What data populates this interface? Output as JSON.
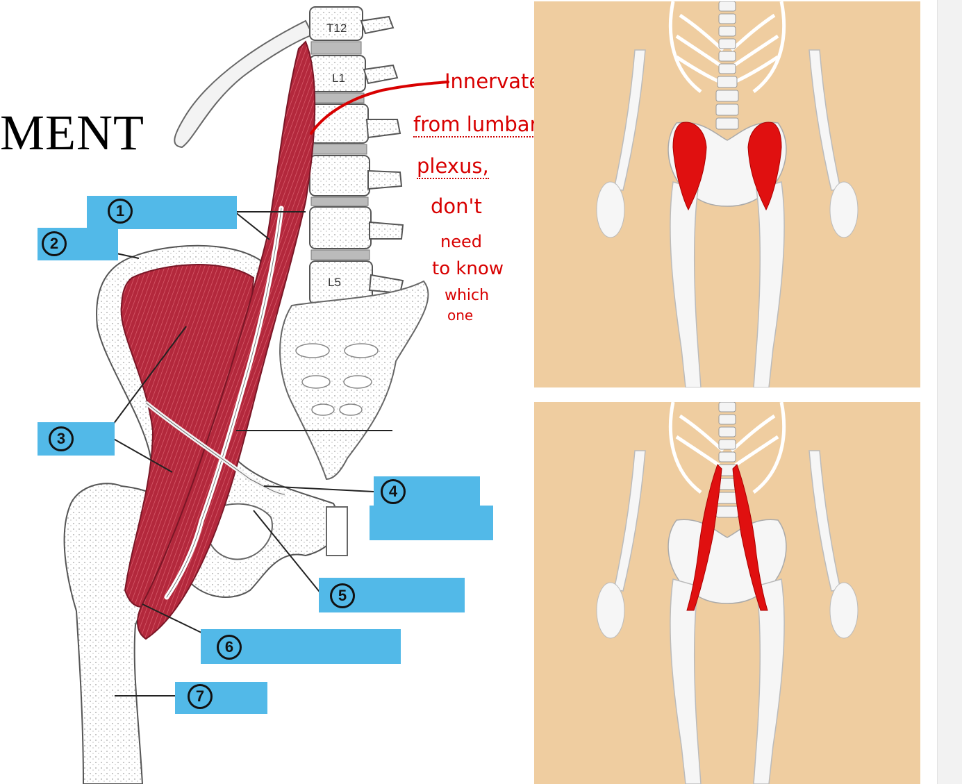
{
  "slide": {
    "title_fragment": "MENT"
  },
  "diagram": {
    "vertebra_labels": [
      "T12",
      "L1",
      "L5"
    ],
    "label_boxes": [
      {
        "number": "1"
      },
      {
        "number": "2"
      },
      {
        "number": "3"
      },
      {
        "number": "4"
      },
      {
        "number": "5"
      },
      {
        "number": "6"
      },
      {
        "number": "7"
      }
    ]
  },
  "handwritten_note": {
    "lines": [
      "Innervated",
      "from lumbar",
      "plexus,",
      "don't",
      "need",
      "to know",
      "which",
      "one"
    ],
    "color": "#d80000"
  },
  "colors": {
    "label_box": "#52b9e8",
    "muscle": "#b3283c",
    "skeleton_background": "#efcda0",
    "highlight_muscle": "#e01010"
  },
  "skeleton_panels": [
    {
      "highlight": "iliacus"
    },
    {
      "highlight": "psoas major"
    }
  ]
}
